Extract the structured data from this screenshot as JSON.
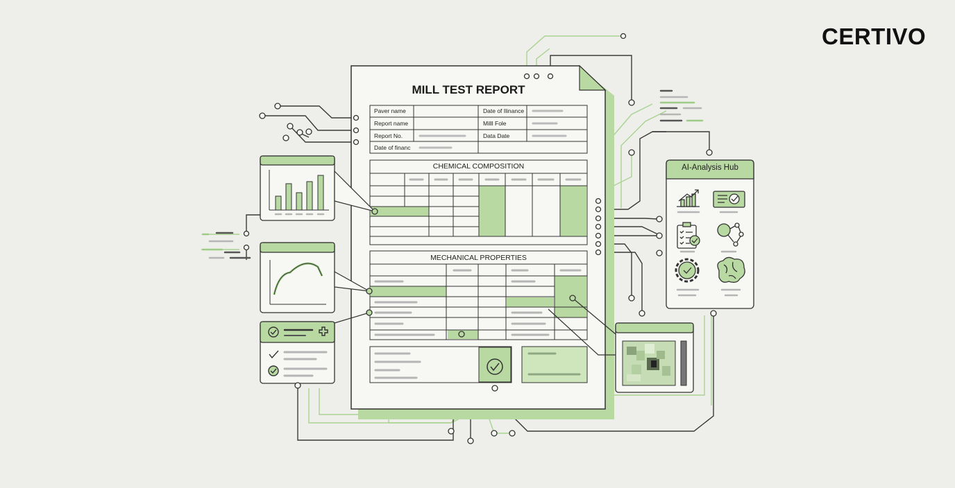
{
  "brand": {
    "logo": "CERTIVO"
  },
  "document": {
    "title": "MILL TEST REPORT",
    "header_fields": {
      "left": [
        "Paver name",
        "Report name",
        "Report No.",
        "Date of financ"
      ],
      "right": [
        "Date of Ilinance",
        "Milll Fole",
        "Data Date"
      ]
    },
    "sections": {
      "chemical": "CHEMICAL COMPOSITION",
      "mechanical": "MECHANICAL PROPERTIES"
    }
  },
  "hub": {
    "title": "AI-Analysis Hub"
  },
  "colors": {
    "background": "#eeeeea",
    "paper": "#f7f7f3",
    "ink": "#333333",
    "accent_green": "#b9d9a2",
    "light_green": "#cfe6bd",
    "line_green": "#9ccc85"
  },
  "icons": [
    "bar-chart-icon",
    "curve-chart-icon",
    "checklist-icon",
    "checkmark-badge-icon",
    "trend-chart-icon",
    "document-check-icon",
    "clipboard-check-icon",
    "magnifier-network-icon",
    "gear-check-icon",
    "brain-icon",
    "heatmap-image-icon"
  ]
}
